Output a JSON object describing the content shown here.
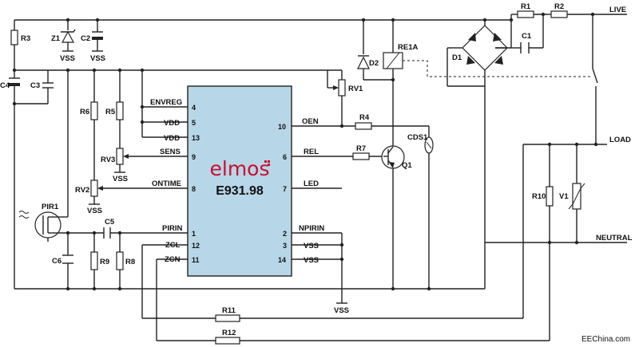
{
  "chip": {
    "brand": "elmos",
    "part_number": "E931.98",
    "color": "#b7d6e8",
    "brand_color": "#c8102e",
    "pins_left": [
      {
        "name": "ENVREG",
        "num": "4"
      },
      {
        "name": "VDD",
        "num": "5"
      },
      {
        "name": "VDD",
        "num": "13"
      },
      {
        "name": "SENS",
        "num": "9"
      },
      {
        "name": "ONTIME",
        "num": "8"
      },
      {
        "name": "PIRIN",
        "num": "1"
      },
      {
        "name": "ZCL",
        "num": "12"
      },
      {
        "name": "ZCN",
        "num": "11"
      }
    ],
    "pins_right": [
      {
        "name": "OEN",
        "num": "10"
      },
      {
        "name": "REL",
        "num": "6"
      },
      {
        "name": "LED",
        "num": "7"
      },
      {
        "name": "NPIRIN",
        "num": "2"
      },
      {
        "name": "VSS",
        "num": "3"
      },
      {
        "name": "VSS",
        "num": "14"
      }
    ]
  },
  "components": {
    "R1": "R1",
    "R2": "R2",
    "R3": "R3",
    "R4": "R4",
    "R5": "R5",
    "R6": "R6",
    "R7": "R7",
    "R8": "R8",
    "R9": "R9",
    "R10": "R10",
    "R11": "R11",
    "R12": "R12",
    "RV1": "RV1",
    "RV2": "RV2",
    "RV3": "RV3",
    "C1": "C1",
    "C2": "C2",
    "C3": "C3",
    "C4": "C4",
    "C5": "C5",
    "C6": "C6",
    "Z1": "Z1",
    "D1": "D1",
    "D2": "D2",
    "RE1A": "RE1A",
    "Q1": "Q1",
    "CDS1": "CDS1",
    "PIR1": "PIR1",
    "V1": "V1"
  },
  "rails": {
    "live": "LIVE",
    "load": "LOAD",
    "neutral": "NEUTRAL",
    "vss": "VSS"
  },
  "watermark": "EEChina.com"
}
